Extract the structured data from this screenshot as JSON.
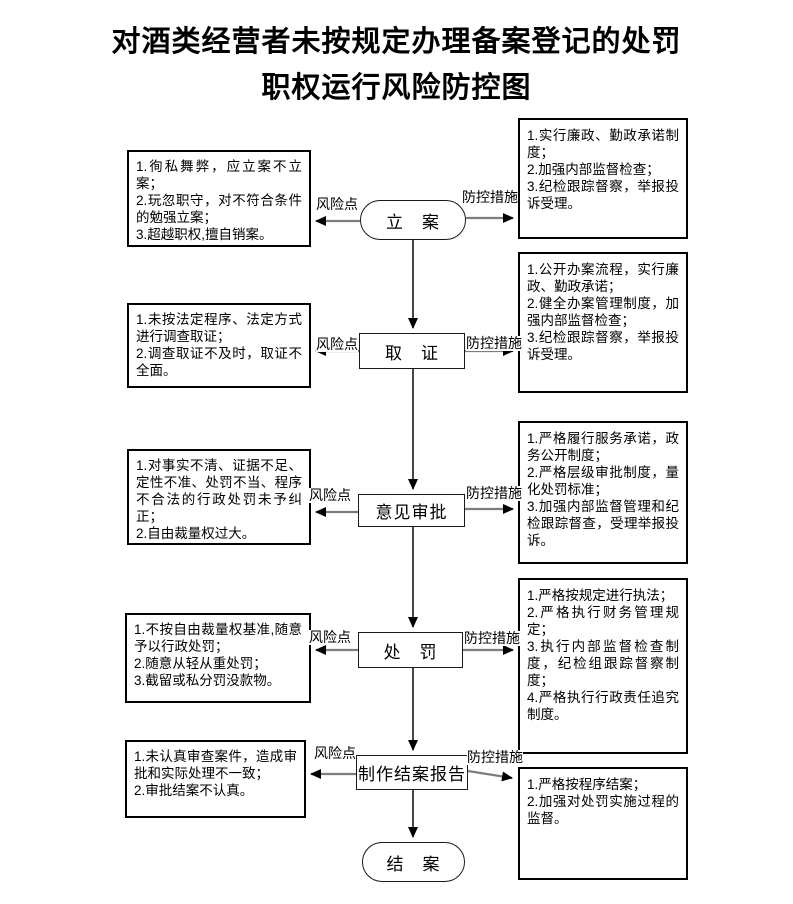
{
  "title": {
    "line1": "对酒类经营者未按规定办理备案登记的处罚",
    "line2": "职权运行风险防控图"
  },
  "arrow_labels": {
    "risk": "风险点",
    "control": "防控措施"
  },
  "nodes": [
    {
      "label": "立　案"
    },
    {
      "label": "取　证"
    },
    {
      "label": "意见审批"
    },
    {
      "label": "处　罚"
    },
    {
      "label": "制作结案报告"
    },
    {
      "label": "结　案"
    }
  ],
  "risk_boxes": [
    {
      "items": [
        "1.徇私舞弊，应立案不立案；",
        "2.玩忽职守，对不符合条件的勉强立案；",
        "3.超越职权,擅自销案。"
      ]
    },
    {
      "items": [
        "1.未按法定程序、法定方式进行调查取证；",
        "2.调查取证不及时，取证不全面。"
      ]
    },
    {
      "items": [
        "1.对事实不清、证据不足、定性不准、处罚不当、程序不合法的行政处罚未予纠正；",
        "2.自由裁量权过大。"
      ]
    },
    {
      "items": [
        "1.不按自由裁量权基准,随意予以行政处罚；",
        "2.随意从轻从重处罚；",
        "3.截留或私分罚没款物。"
      ]
    },
    {
      "items": [
        "1.未认真审查案件，造成审批和实际处理不一致；",
        "2.审批结案不认真。"
      ]
    }
  ],
  "control_boxes": [
    {
      "items": [
        "1.实行廉政、勤政承诺制度；",
        "2.加强内部监督检查；",
        "3.纪检跟踪督察，举报投诉受理。"
      ]
    },
    {
      "items": [
        "1.公开办案流程，实行廉政、勤政承诺；",
        "2.健全办案管理制度，加强内部监督检查；",
        "3.纪检跟踪督察，举报投诉受理。"
      ]
    },
    {
      "items": [
        "1.严格履行服务承诺，政务公开制度；",
        "2.严格层级审批制度，量化处罚标准；",
        "3.加强内部监督管理和纪检跟踪督查，受理举报投诉。"
      ]
    },
    {
      "items": [
        "1.严格按规定进行执法；",
        "2.严格执行财务管理规定；",
        "3.执行内部监督检查制度，纪检组跟踪督察制度；",
        "4.严格执行行政责任追究制度。"
      ]
    },
    {
      "items": [
        "1.严格按程序结案；",
        "2.加强对处罚实施过程的监督。"
      ]
    }
  ],
  "colors": {
    "line": "#1a1a1a",
    "connector_gray": "#7d7d7d",
    "background": "#ffffff"
  }
}
